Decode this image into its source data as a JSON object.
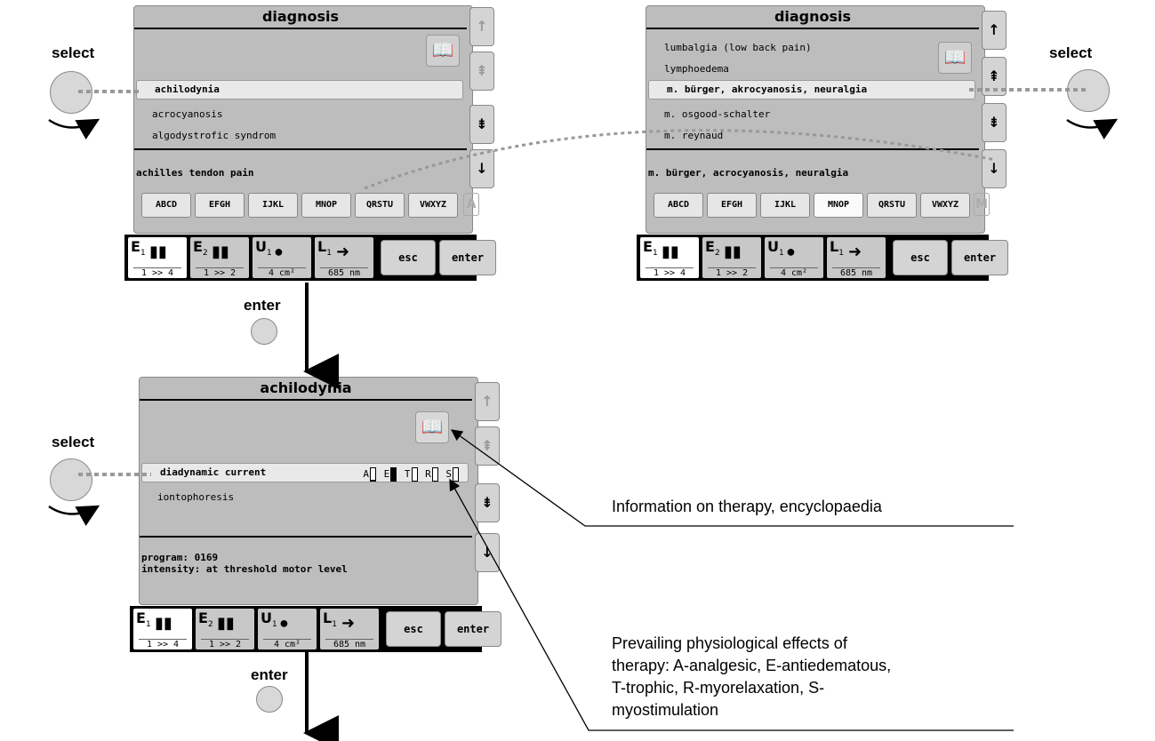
{
  "top_left": {
    "title": "diagnosis",
    "selected": "achilodynia",
    "items": [
      "acrocyanosis",
      "algodystrofic syndrom"
    ],
    "footer": "achilles tendon pain",
    "keys": [
      "ABCD",
      "EFGH",
      "IJKL",
      "MNOP",
      "QRSTU",
      "VWXYZ"
    ],
    "key_letter": "A"
  },
  "top_right": {
    "title": "diagnosis",
    "items_before": [
      "lumbalgia (low back pain)",
      "lymphoedema"
    ],
    "selected": "m. bürger, akrocyanosis, neuralgia",
    "items_after": [
      "m. osgood-schalter",
      "m. reynaud"
    ],
    "footer": "m. bürger, acrocyanosis, neuralgia",
    "keys": [
      "ABCD",
      "EFGH",
      "IJKL",
      "MNOP",
      "QRSTU",
      "VWXYZ"
    ],
    "key_letter": "M"
  },
  "bottom": {
    "title": "achilodynia",
    "selected": "diadynamic current",
    "items": [
      "iontophoresis"
    ],
    "effects": [
      {
        "letter": "A",
        "level": 0.1
      },
      {
        "letter": "E",
        "level": 1.0
      },
      {
        "letter": "T",
        "level": 0.0
      },
      {
        "letter": "R",
        "level": 0.0
      },
      {
        "letter": "S",
        "level": 0.0
      }
    ],
    "footer_program": "program: 0169",
    "footer_intensity": "intensity: at threshold motor level"
  },
  "status_bar": {
    "tiles": [
      {
        "label": "E",
        "sub": "1",
        "value": "1 >> 4"
      },
      {
        "label": "E",
        "sub": "2",
        "value": "1 >> 2"
      },
      {
        "label": "U",
        "sub": "1",
        "value": "4 cm²"
      },
      {
        "label": "L",
        "sub": "1",
        "value": "685 nm"
      }
    ],
    "esc": "esc",
    "enter": "enter"
  },
  "scroll_icons": {
    "up": "↑",
    "page_up": "⇞",
    "page_down": "⇟",
    "down": "↓"
  },
  "labels": {
    "select": "select",
    "enter": "enter"
  },
  "notes": {
    "encyclopaedia": "Information on therapy, encyclopaedia",
    "effects_line1": "Prevailing physiological effects of",
    "effects_line2": "therapy: A-analgesic, E-antiedematous,",
    "effects_line3": "T-trophic, R-myorelaxation, S-",
    "effects_line4": "myostimulation"
  },
  "colors": {
    "panel": "#bdbdbd",
    "selection": "#e9e9e9",
    "bar": "#000000",
    "dotted": "#999999"
  }
}
